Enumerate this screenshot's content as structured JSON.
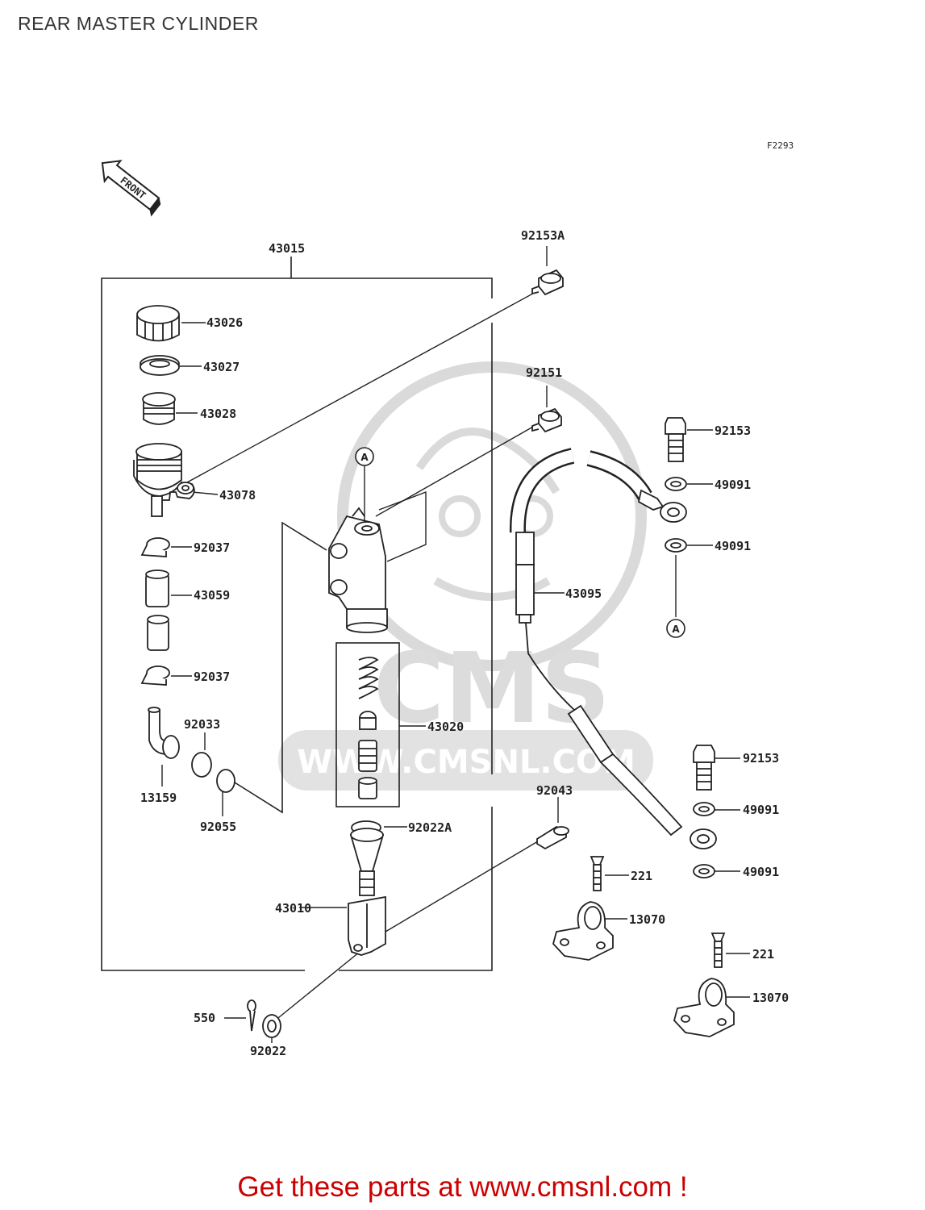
{
  "title": "REAR MASTER CYLINDER",
  "diagram_code": "F2293",
  "front_arrow_label": "FRONT",
  "watermark": {
    "brand": "CMS",
    "url": "WWW.CMSNL.COM"
  },
  "ref_markers": [
    "A",
    "A"
  ],
  "part_labels": {
    "p43015": "43015",
    "p92153A": "92153A",
    "p43026": "43026",
    "p43027": "43027",
    "p43028": "43028",
    "p43078": "43078",
    "p92151": "92151",
    "p92153_top": "92153",
    "p49091_a": "49091",
    "p49091_b": "49091",
    "p92037_a": "92037",
    "p43059": "43059",
    "p43095": "43095",
    "p92037_b": "92037",
    "p92033": "92033",
    "p43020": "43020",
    "p13159": "13159",
    "p92055": "92055",
    "p92153_bottom": "92153",
    "p49091_c": "49091",
    "p92043": "92043",
    "p92022A": "92022A",
    "p221_a": "221",
    "p49091_d": "49091",
    "p43010": "43010",
    "p13070_a": "13070",
    "p221_b": "221",
    "p13070_b": "13070",
    "p550": "550",
    "p92022": "92022"
  },
  "promo_text": "Get these parts at www.cmsnl.com !",
  "colors": {
    "promo": "#cc0000",
    "line": "#222222",
    "watermark": "#d6d6d6"
  }
}
